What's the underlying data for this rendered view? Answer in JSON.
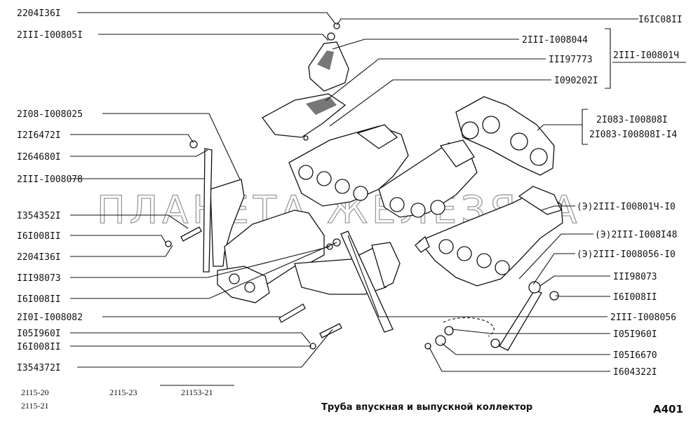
{
  "diagram": {
    "title": "Труба впускная и выпускной коллектор",
    "code": "A401",
    "watermark": "ПЛАНЕТА ЖЕЛЕЗЯКА",
    "footer": {
      "models_row1": [
        "2115-20",
        "2115-23",
        "21153-21"
      ],
      "models_row2": [
        "2115-21"
      ]
    },
    "left_labels": [
      "2204I36I",
      "2III-I00805I",
      "2I08-I008025",
      "I2I6472I",
      "I264680I",
      "2III-I008078",
      "I354352I",
      "I6I008II",
      "2204I36I",
      "III98073",
      "I6I008II",
      "2I0I-I008082",
      "I05I960I",
      "I6I008II",
      "I354372I"
    ],
    "right_labels": [
      "I6IC08II",
      "2III-I008044",
      "III97773",
      "I090202I",
      "(Э)2III-I00801Ч-I0",
      "(Э)2III-I008I48",
      "(Э)2III-I008056-I0",
      "III98073",
      "I6I008II",
      "2III-I008056",
      "I05I960I",
      "I05I6670",
      "I604322I"
    ],
    "group_labels": {
      "intake_group": "2III-I00801Ч",
      "gasket_line1": "2I083-I00808I",
      "gasket_line2": "2I083-I00808I-I4"
    }
  }
}
